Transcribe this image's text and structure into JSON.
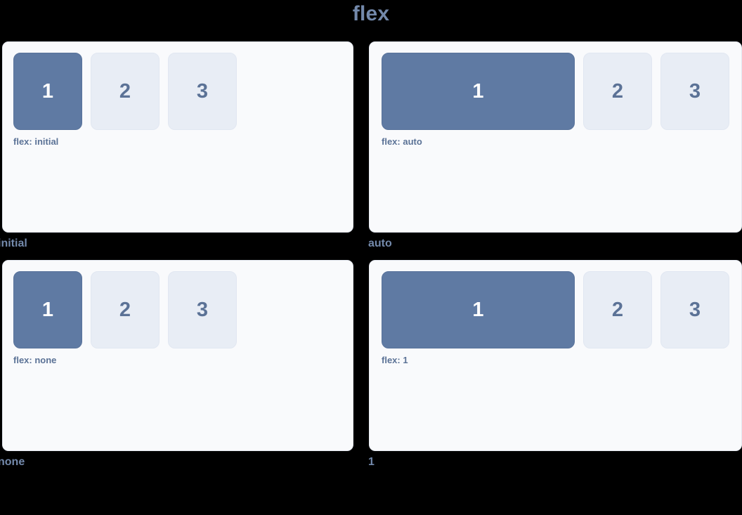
{
  "title": "flex",
  "theme": {
    "background": "#000000",
    "panel_bg": "#f9fafc",
    "panel_border": "#e4e8f0",
    "primary_box": "#5f7aa3",
    "secondary_box": "#e8edf5",
    "primary_text": "#ffffff",
    "secondary_text": "#5b7296",
    "title_color": "#7389ab",
    "label_color": "#5b7296",
    "caption_color": "#7389ab"
  },
  "demos": [
    {
      "caption": "initial",
      "label": "flex: initial",
      "variant": "v-initial",
      "boxes": [
        "1",
        "2",
        "3"
      ]
    },
    {
      "caption": "auto",
      "label": "flex: auto",
      "variant": "v-auto",
      "boxes": [
        "1",
        "2",
        "3"
      ]
    },
    {
      "caption": "none",
      "label": "flex: none",
      "variant": "v-none",
      "boxes": [
        "1",
        "2",
        "3"
      ]
    },
    {
      "caption": "1",
      "label": "flex: 1",
      "variant": "v-one",
      "boxes": [
        "1",
        "2",
        "3"
      ]
    }
  ]
}
